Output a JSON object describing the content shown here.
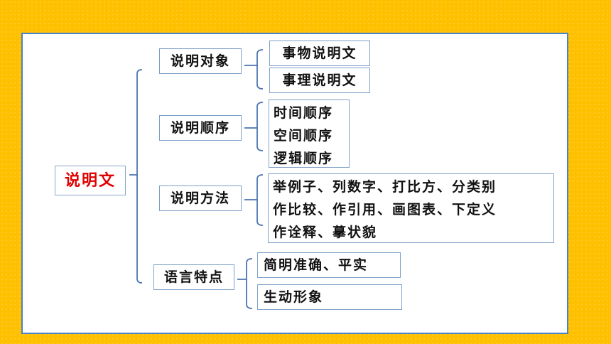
{
  "root": "说明文",
  "categories": [
    {
      "label": "说明对象",
      "items": [
        "事物说明文",
        "事理说明文"
      ]
    },
    {
      "label": "说明顺序",
      "lines": [
        "时间顺序",
        "空间顺序",
        "逻辑顺序"
      ]
    },
    {
      "label": "说明方法",
      "lines": [
        "举例子、列数字、打比方、分类别",
        "作比较、作引用、画图表、下定义",
        "作诠释、摹状貌"
      ]
    },
    {
      "label": "语言特点",
      "items": [
        "简明准确、平实",
        "生动形象"
      ]
    }
  ]
}
